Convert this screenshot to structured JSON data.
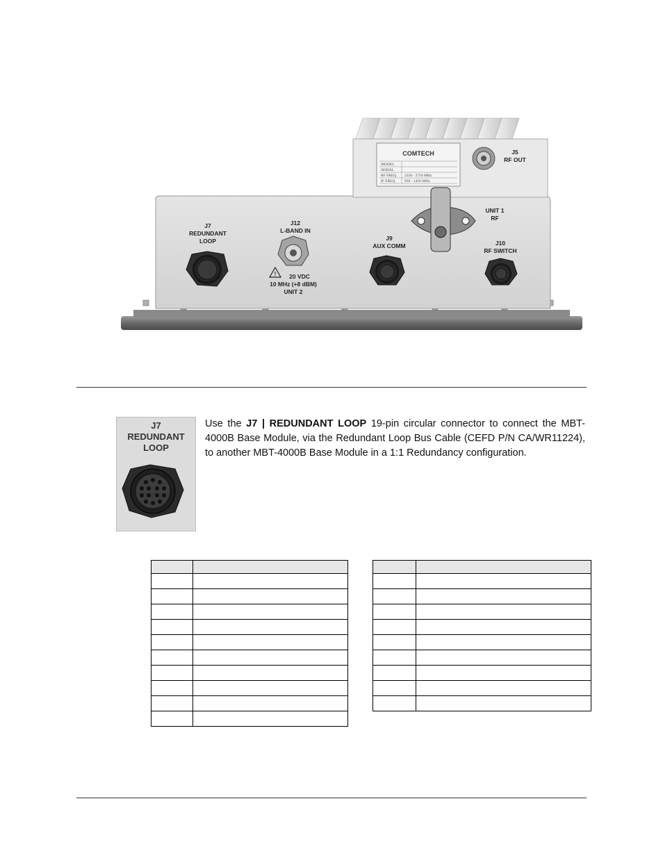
{
  "photo": {
    "labels": {
      "j5": [
        "J5",
        "RF OUT"
      ],
      "unit1": [
        "UNIT 1",
        "RF"
      ],
      "j7": [
        "J7",
        "REDUNDANT",
        "LOOP"
      ],
      "j12": [
        "J12",
        "L-BAND IN"
      ],
      "j9": [
        "J9",
        "AUX COMM"
      ],
      "j10": [
        "J10",
        "RF SWITCH"
      ],
      "power": [
        "20 VDC",
        "10 MHz (+8 dBM)",
        "UNIT 2"
      ]
    },
    "nameplate": {
      "brand": "COMTECH",
      "rows": [
        "MODEL",
        "SERIAL",
        "RF FREQ",
        "IF FREQ"
      ],
      "values": [
        "",
        "",
        "2250 - 2750 MHz",
        "950 - 1450 MHz"
      ]
    }
  },
  "thumbnail": {
    "lines": [
      "J7",
      "REDUNDANT",
      "LOOP"
    ]
  },
  "paragraph": {
    "pre": "Use the ",
    "bold": "J7 | REDUNDANT LOOP",
    "post": " 19-pin circular connector to connect the MBT-4000B Base Module, via the Redundant Loop Bus Cable (CEFD P/N CA/WR11224), to another MBT-4000B Base Module in a 1:1 Redundancy configuration."
  },
  "tables": {
    "left_rows": 10,
    "right_rows": 9
  }
}
